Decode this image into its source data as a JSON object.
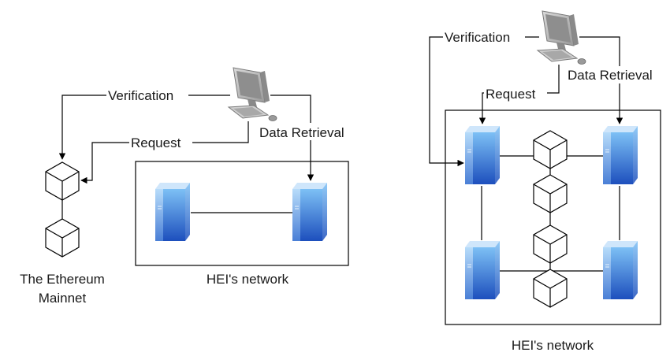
{
  "left_diagram": {
    "labels": {
      "verification": "Verification",
      "request": "Request",
      "data_retrieval": "Data Retrieval",
      "mainnet_line1": "The Ethereum",
      "mainnet_line2": "Mainnet",
      "network": "HEI's network"
    }
  },
  "right_diagram": {
    "labels": {
      "verification": "Verification",
      "request": "Request",
      "data_retrieval": "Data Retrieval",
      "network": "HEI's network"
    }
  },
  "icons": {
    "computer": "desktop-computer-icon",
    "server": "server-icon",
    "block": "blockchain-block-icon"
  },
  "colors": {
    "server_light": "#6ab0f0",
    "server_dark": "#1f55c0",
    "server_side": "#9ccbf5",
    "line": "#000000",
    "monitor_gray": "#b9b9b9"
  }
}
